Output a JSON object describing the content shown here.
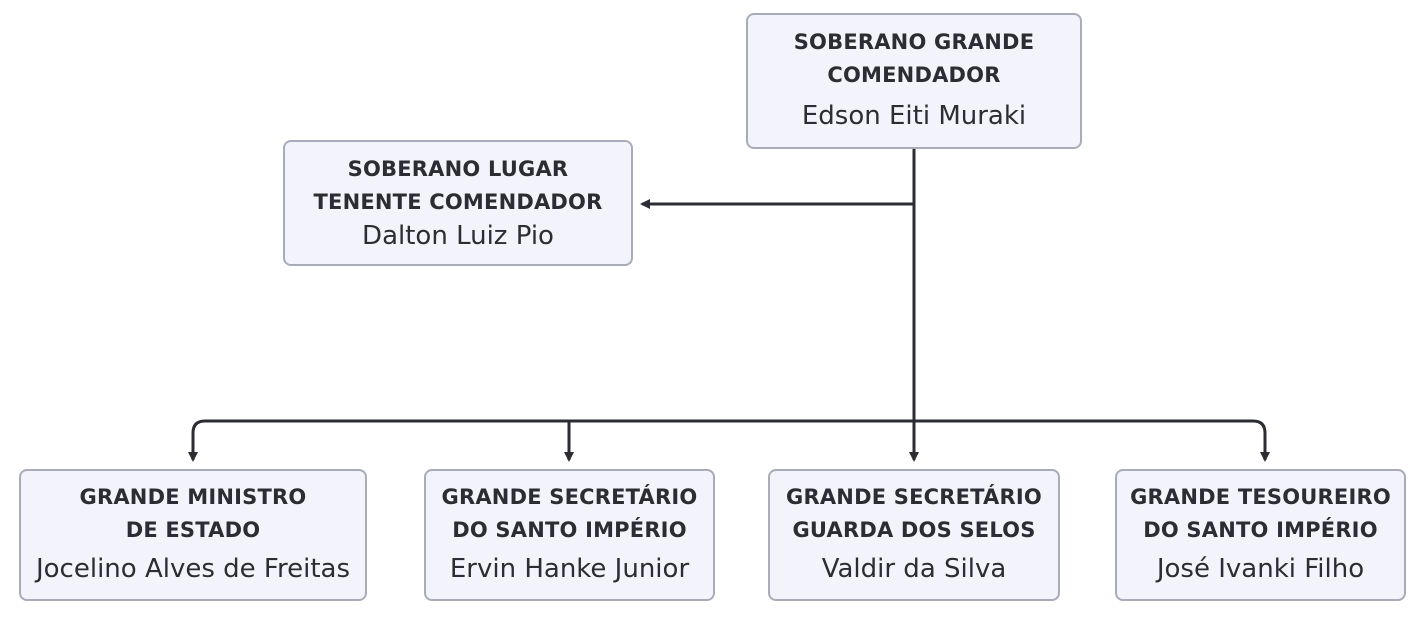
{
  "org_chart": {
    "top": {
      "role": "SOBERANO GRANDE\nCOMENDADOR",
      "person": "Edson Eiti Muraki"
    },
    "deputy": {
      "role": "SOBERANO LUGAR\nTENENTE COMENDADOR",
      "person": "Dalton Luiz Pio"
    },
    "subordinates": [
      {
        "role": "GRANDE MINISTRO\nDE ESTADO",
        "person": "Jocelino Alves de Freitas"
      },
      {
        "role": "GRANDE SECRETÁRIO\nDO SANTO IMPÉRIO",
        "person": "Ervin Hanke Junior"
      },
      {
        "role": "GRANDE SECRETÁRIO\nGUARDA DOS SELOS",
        "person": "Valdir da Silva"
      },
      {
        "role": "GRANDE TESOUREIRO\nDO SANTO IMPÉRIO",
        "person": "José Ivanki Filho"
      }
    ]
  },
  "colors": {
    "node_fill": "#f3f3fc",
    "node_border": "#a9acb8",
    "connector": "#2b2d33",
    "text": "#2b2d33"
  }
}
